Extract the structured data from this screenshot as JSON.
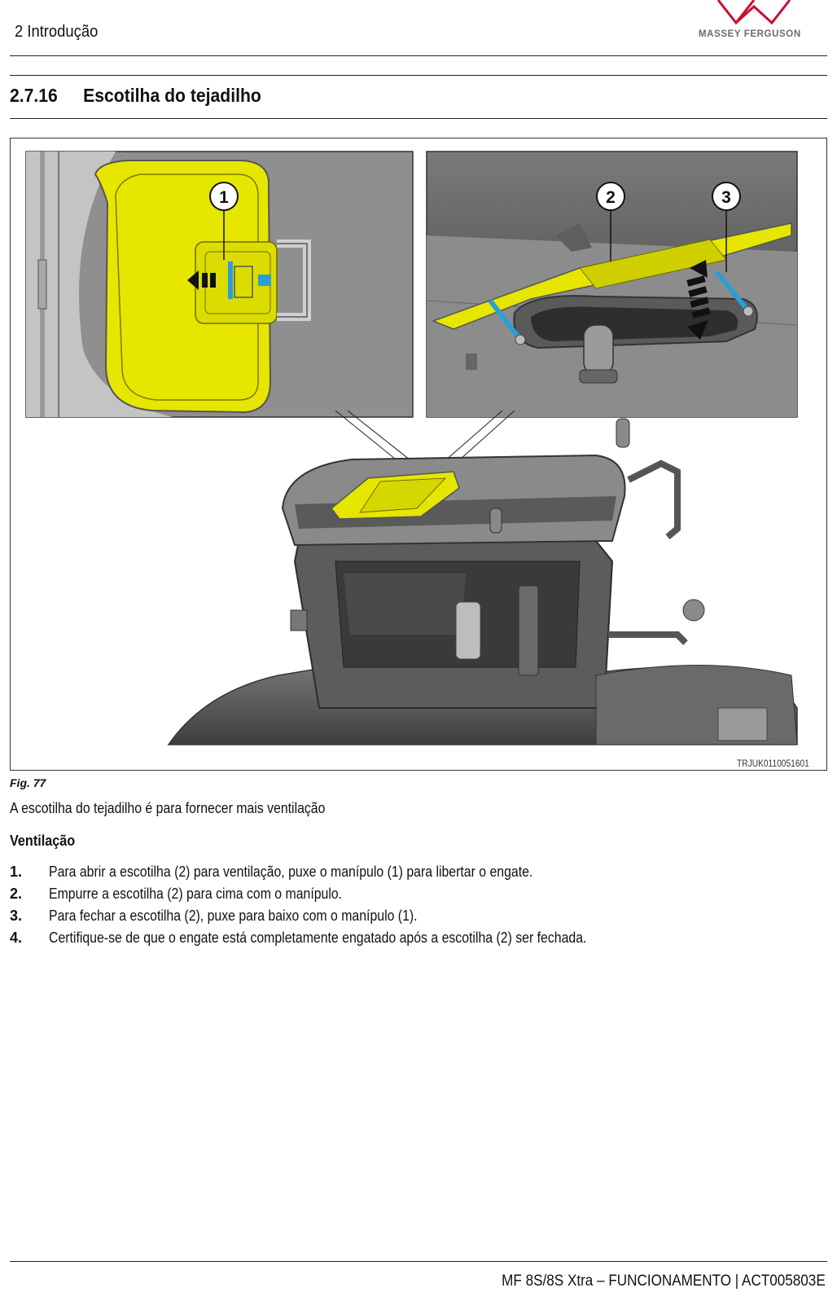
{
  "header": {
    "section": "2 Introdução",
    "brand": "MASSEY FERGUSON"
  },
  "title": {
    "number": "2.7.16",
    "text": "Escotilha do tejadilho"
  },
  "figure": {
    "caption": "Fig. 77",
    "code": "TRJUK0110051601",
    "callouts": [
      "1",
      "2",
      "3"
    ],
    "colors": {
      "highlight": "#e6e600",
      "handle": "#2a9fd6",
      "body": "#8d8d8d"
    }
  },
  "body": {
    "intro": "A escotilha do tejadilho é para fornecer mais ventilação",
    "subheading": "Ventilação",
    "steps": [
      {
        "num": "1.",
        "text": "Para abrir a escotilha (2) para ventilação, puxe o manípulo (1) para libertar o engate."
      },
      {
        "num": "2.",
        "text": "Empurre a escotilha (2) para cima com o manípulo."
      },
      {
        "num": "3.",
        "text": "Para fechar a escotilha (2), puxe para baixo com o manípulo (1)."
      },
      {
        "num": "4.",
        "text": "Certifique-se de que o engate está completamente engatado após a escotilha (2) ser fechada."
      }
    ]
  },
  "footer": {
    "text": "MF 8S/8S Xtra – FUNCIONAMENTO | ACT005803E"
  }
}
